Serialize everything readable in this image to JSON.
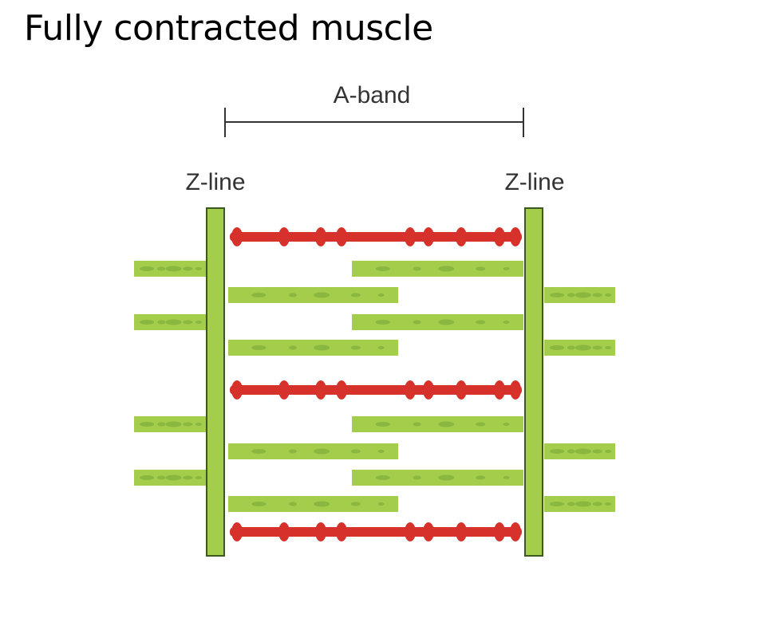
{
  "title": "Fully contracted muscle",
  "diagram": {
    "a_band_label": "A-band",
    "z_line_left_label": "Z-line",
    "z_line_right_label": "Z-line",
    "colors": {
      "thin_filament": "#a3cd4a",
      "thin_filament_spot": "#7fae3a",
      "thick_filament": "#d7312c",
      "z_line_fill": "#a3cd4a",
      "z_line_stroke": "#3d5a1e",
      "bracket": "#333333"
    },
    "thick_filament_count": 3,
    "thin_filament_count_per_side": 8,
    "icons": [
      "thick-filament-myosin",
      "thin-filament-actin",
      "z-line-disc"
    ]
  }
}
